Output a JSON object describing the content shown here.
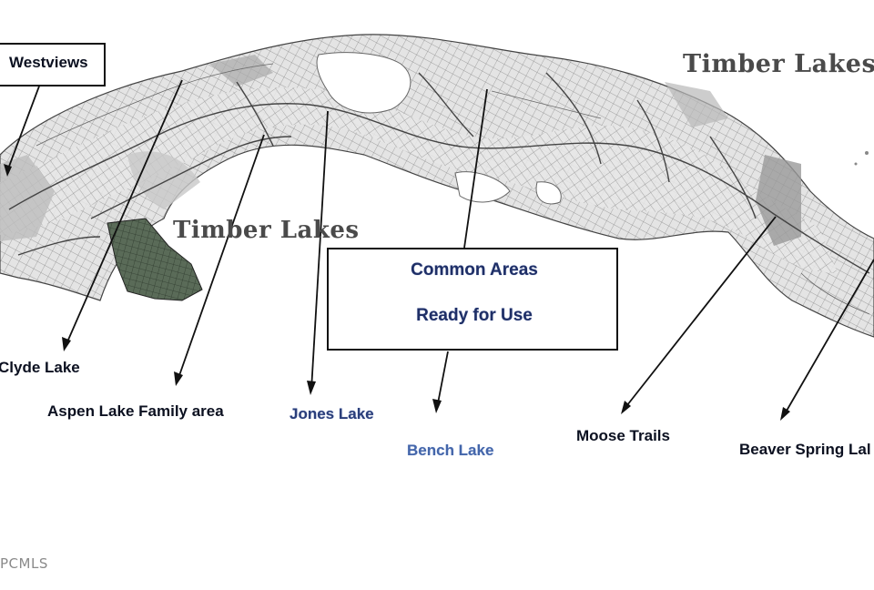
{
  "map": {
    "titles": [
      "Timber Lakes",
      "Timber Lakes"
    ],
    "labels": {
      "westviews": "Westviews",
      "clyde_lake": "Clyde Lake",
      "aspen_lake": "Aspen Lake Family area",
      "jones_lake": "Jones Lake",
      "bench_lake": "Bench Lake",
      "moose_trails": "Moose Trails",
      "beaver_spring": "Beaver Spring Lal"
    },
    "common_areas": {
      "line1": "Common Areas",
      "line2": "Ready for Use"
    },
    "watermark": "PCMLS",
    "colors": {
      "label_dark": "#0b1020",
      "label_blue": "#2a3e7a",
      "title_gray": "#4a4a4a",
      "map_band": "#d2d2d2",
      "map_lines": "#555555",
      "highlight_area": "#3f4f3f"
    }
  }
}
